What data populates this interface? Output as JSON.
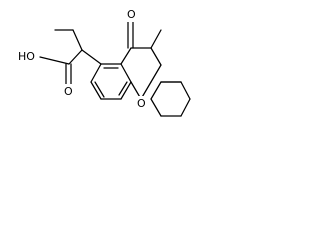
{
  "structure": {
    "atom_labels": {
      "hydroxyl": "HO",
      "carbonyl_oxygen_acid": "O",
      "ketone_oxygen": "O",
      "ring_oxygen": "O"
    }
  }
}
